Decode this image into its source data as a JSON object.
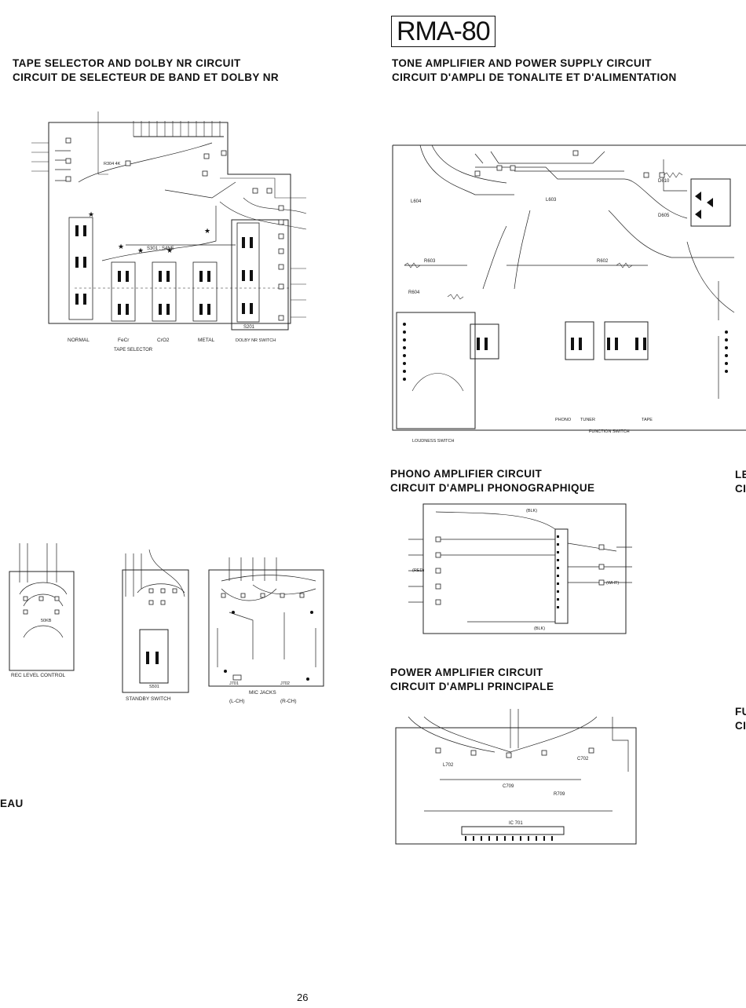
{
  "model_badge": "RMA-80",
  "page_number": "26",
  "sections": {
    "tape_selector": {
      "title_en": "TAPE SELECTOR AND DOLBY NR CIRCUIT",
      "title_fr": "CIRCUIT DE SELECTEUR DE BAND ET DOLBY NR",
      "switch_labels": [
        "NORMAL",
        "FeCr",
        "CrO2",
        "METAL"
      ],
      "caption": "TAPE SELECTOR",
      "dolby_switch": "DOLBY NR SWITCH",
      "part_labels": [
        "S301 : S4NE",
        "S201",
        "R304 4K"
      ]
    },
    "tone_amp": {
      "title_en": "TONE AMPLIFIER AND POWER SUPPLY CIRCUIT",
      "title_fr": "CIRCUIT D'AMPLI DE TONALITE ET D'ALIMENTATION",
      "bottom_labels": [
        "LOUDNESS SWITCH",
        "PHONO",
        "TUNER",
        "TAPE",
        "FUNCTION SWITCH"
      ],
      "part_labels": [
        "L604",
        "L603",
        "R603",
        "R602",
        "D610",
        "D605",
        "R604"
      ]
    },
    "phono_amp": {
      "title_en": "PHONO AMPLIFIER CIRCUIT",
      "title_fr": "CIRCUIT D'AMPLI PHONOGRAPHIQUE",
      "part_labels": [
        "(BLK)",
        "(WHT)",
        "(RED)",
        "(BLK)"
      ]
    },
    "power_amp": {
      "title_en": "POWER AMPLIFIER CIRCUIT",
      "title_fr": "CIRCUIT D'AMPLI PRINCIPALE",
      "part_labels": [
        "IC 701",
        "C702",
        "C709",
        "R709",
        "L702"
      ]
    },
    "rec_level": {
      "caption": "REC LEVEL CONTROL",
      "part": "50KB"
    },
    "standby": {
      "caption": "STANDBY SWITCH",
      "part": "S501"
    },
    "mic_jacks": {
      "caption": "MIC JACKS",
      "lch": "(L-CH)",
      "rch": "(R-CH)",
      "j1": "J701",
      "j2": "J702"
    }
  },
  "edge_fragments": {
    "left_eau": "EAU",
    "right_le": "LE",
    "right_ci": "CI",
    "right_fu": "FU",
    "right_ci2": "CI"
  }
}
